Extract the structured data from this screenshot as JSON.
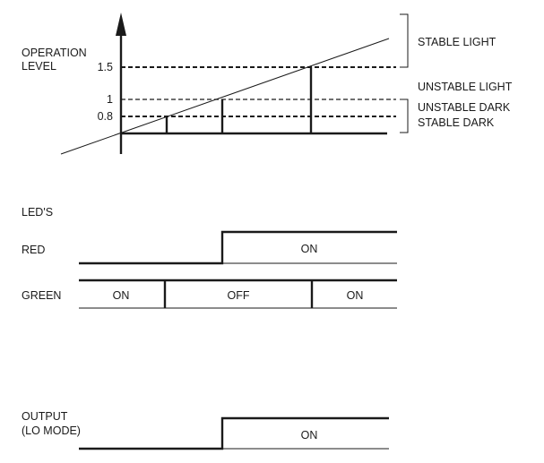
{
  "graph": {
    "y_title_line1": "OPERATION",
    "y_title_line2": "LEVEL",
    "ticks": {
      "t15": "1.5",
      "t1": "1",
      "t08": "0.8"
    },
    "bands": {
      "stable_light": "STABLE LIGHT",
      "unstable_light": "UNSTABLE LIGHT",
      "unstable_dark": "UNSTABLE DARK",
      "stable_dark": "STABLE DARK"
    }
  },
  "leds": {
    "title": "LED'S",
    "red": {
      "label": "RED",
      "on": "ON"
    },
    "green": {
      "label": "GREEN",
      "on_left": "ON",
      "off": "OFF",
      "on_right": "ON"
    }
  },
  "output": {
    "label_line1": "OUTPUT",
    "label_line2": "(LO MODE)",
    "on": "ON"
  }
}
